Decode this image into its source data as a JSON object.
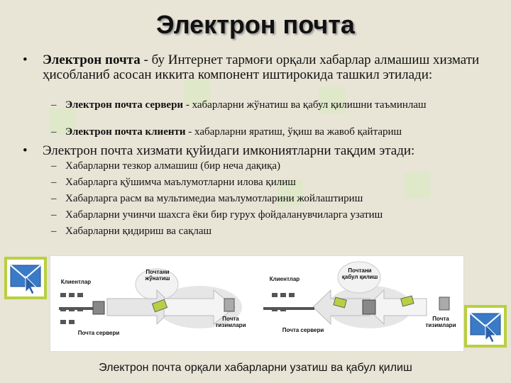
{
  "slide": {
    "title": "Электрон почта",
    "p1_bold": "Электрон почта",
    "p1_rest": " - бу Интернет тармоғи орқали хабарлар алмашиш хизмати ҳисобланиб асосан иккита компонент иштирокида ташкил этилади:",
    "s1_bold": "Электрон почта сервери",
    "s1_rest": " - хабарларни жўнатиш ва қабул қилишни таъминлаш",
    "s2_bold": "Электрон почта клиенти",
    "s2_rest": " - хабарларни яратиш, ўқиш ва жавоб қайтариш",
    "p2": "Электрон почта хизмати қуйидаги имкониятларни тақдим этади:",
    "items": [
      "Хабарларни тезкор алмашиш (бир неча дақиқа)",
      "Хабарларга қўшимча маълумотларни илова қилиш",
      "Хабарларга расм ва мультимедиа маълумотларини жойлаштириш",
      "Хабарларни учинчи шахсга ёки бир гурух фойдаланувчиларга узатиш",
      "Хабарларни қидириш ва сақлаш"
    ],
    "bullet": "•",
    "dash": "–"
  },
  "diagram": {
    "left": {
      "clients": "Клиентлар",
      "cloud": "Почтани жўнатиш",
      "server": "Почта сервери",
      "boxes": "Почта тизимлари"
    },
    "right": {
      "clients": "Клиентлар",
      "cloud": "Почтани қабул қилиш",
      "server": "Почта сервери",
      "boxes": "Почта тизимлари"
    }
  },
  "caption": "Электрон почта орқали хабарларни узатиш ва қабул қилиш",
  "colors": {
    "background": "#e8e4d6",
    "watermark": "#d8ecc0",
    "arrow": "#e6e6e6",
    "envelope": "#b8d040"
  }
}
